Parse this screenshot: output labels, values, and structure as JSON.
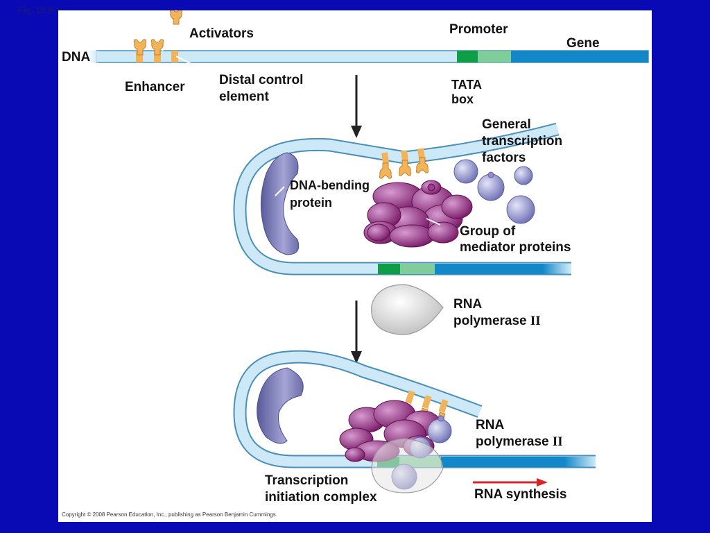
{
  "figure_label": "Fig. 18.9-3",
  "labels": {
    "activators": "Activators",
    "dna": "DNA",
    "enhancer": "Enhancer",
    "distal_1": "Distal control",
    "distal_2": "element",
    "promoter": "Promoter",
    "gene": "Gene",
    "tata_1": "TATA",
    "tata_2": "box",
    "gtf_1": "General",
    "gtf_2": "transcription",
    "gtf_3": "factors",
    "dna_bending_1": "DNA-bending",
    "dna_bending_2": "protein",
    "mediator_1": "Group of",
    "mediator_2": "mediator proteins",
    "rnapol_a_1": "RNA",
    "rnapol_a_2": "polymerase",
    "rnapol_a_roman": "II",
    "rnapol_b_1": "RNA",
    "rnapol_b_2": "polymerase",
    "rnapol_b_roman": "II",
    "tic_1": "Transcription",
    "tic_2": "initiation complex",
    "rna_synthesis": "RNA synthesis"
  },
  "copyright": "Copyright © 2008 Pearson Education, Inc., publishing as Pearson Benjamin Cummings.",
  "colors": {
    "background": "#0a0ab4",
    "dna_fill": "#cde9f7",
    "dna_outline": "#4a8fb8",
    "gene": "#1388c9",
    "tata": "#0e9e46",
    "promoter_light": "#7fcd9a",
    "activator": "#f2b45a",
    "mediator": "#9b2a83",
    "bending_protein": "#7f7eb8",
    "gtf": "#8d8fd0",
    "polymerase": "#dcdcdc",
    "arrow_red": "#d8232a"
  }
}
